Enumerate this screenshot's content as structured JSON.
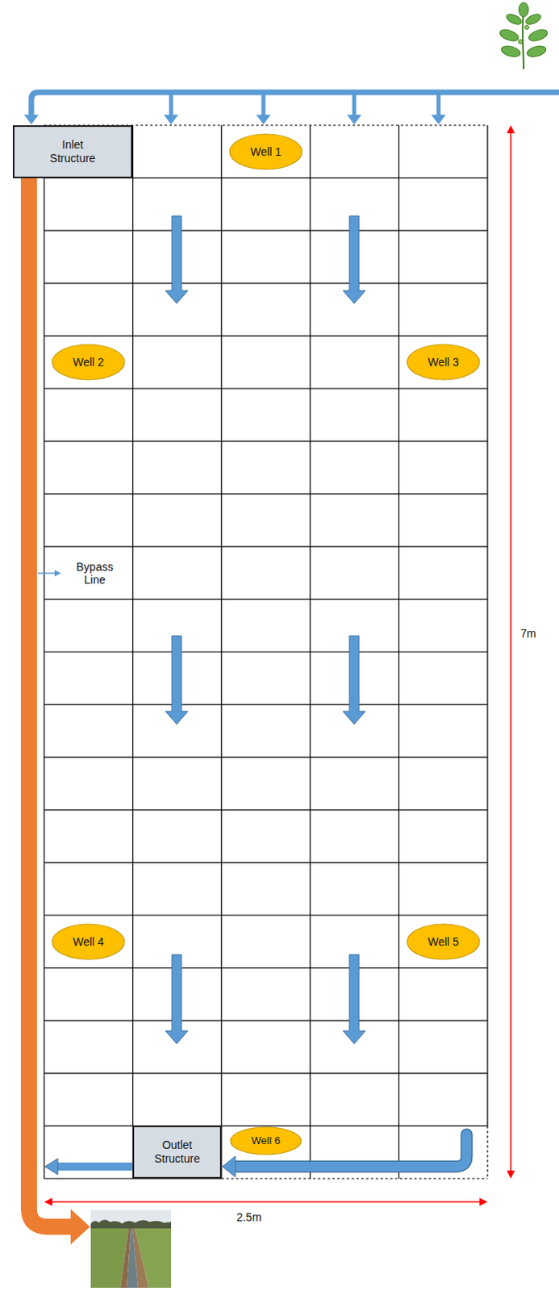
{
  "diagram": {
    "nodes": [
      {
        "text": [
          "Inlet Structure"
        ]
      },
      {
        "text": [
          "Well 1"
        ]
      },
      {
        "text": [
          "Well 2"
        ]
      },
      {
        "text": [
          "Well 3"
        ]
      },
      {
        "text": [
          "Well 4"
        ]
      },
      {
        "text": [
          "Well 5"
        ]
      },
      {
        "text": [
          "Outlet Structure"
        ]
      },
      {
        "text": [
          "Well 6"
        ]
      }
    ],
    "labels": [
      "Bypass Line",
      "7m",
      "2.5m"
    ]
  }
}
